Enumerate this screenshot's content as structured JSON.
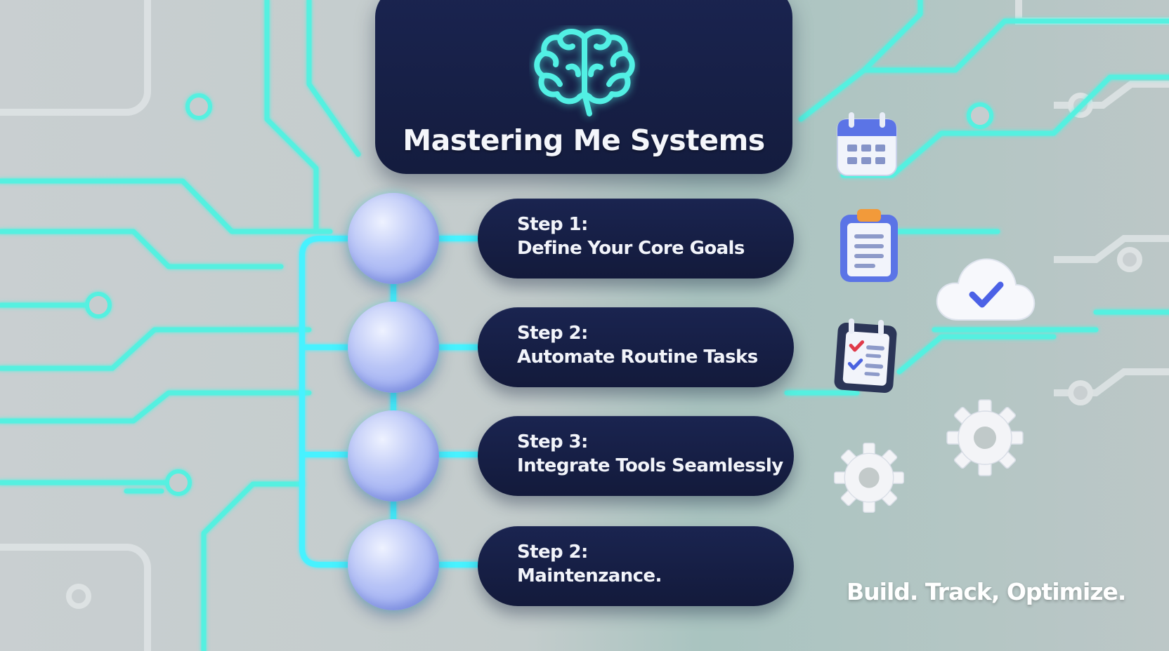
{
  "title": "Mastering Me Systems",
  "steps": [
    {
      "label": "Step 1:",
      "title": "Define Your Core Goals"
    },
    {
      "label": "Step 2:",
      "title": "Automate Routine Tasks"
    },
    {
      "label": "Step 3:",
      "title": "Integrate Tools Seamlessly"
    },
    {
      "label": "Step 2:",
      "title": "Maintenzance."
    }
  ],
  "tagline": "Build. Track, Optimize.",
  "icons": [
    "brain-icon",
    "calendar-icon",
    "clipboard-icon",
    "checklist-icon",
    "cloud-check-icon",
    "gear-icon",
    "gear-icon"
  ],
  "colors": {
    "card": "#1a2450",
    "accent": "#4ff0e0",
    "node": "#b8c4f6",
    "background": "#c6cdcf"
  }
}
